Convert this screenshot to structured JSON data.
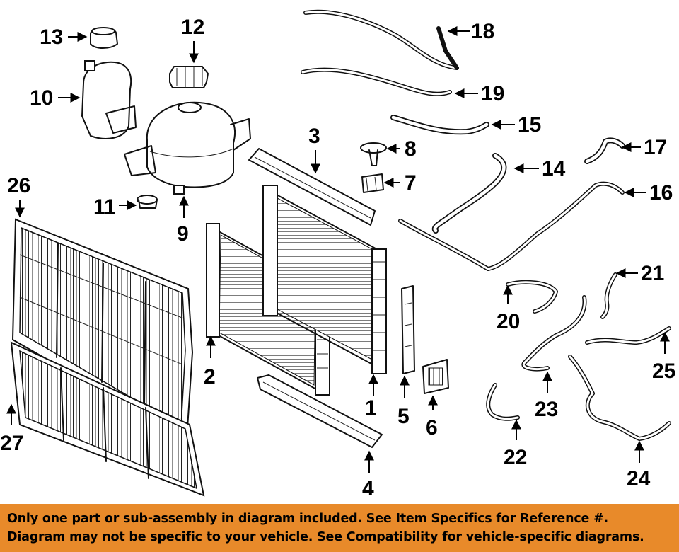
{
  "diagram": {
    "callouts": {
      "c1": "1",
      "c2": "2",
      "c3": "3",
      "c4": "4",
      "c5": "5",
      "c6": "6",
      "c7": "7",
      "c8": "8",
      "c9": "9",
      "c10": "10",
      "c11": "11",
      "c12": "12",
      "c13": "13",
      "c14": "14",
      "c15": "15",
      "c16": "16",
      "c17": "17",
      "c18": "18",
      "c19": "19",
      "c20": "20",
      "c21": "21",
      "c22": "22",
      "c23": "23",
      "c24": "24",
      "c25": "25",
      "c26": "26",
      "c27": "27"
    }
  },
  "disclaimer": {
    "line1": "Only one part or sub-assembly in diagram included. See Item Specifics for Reference #.",
    "line2": "Diagram may not be specific to your vehicle. See Compatibility for vehicle-specific diagrams."
  },
  "colors": {
    "banner": "#e88a2a",
    "line": "#111111",
    "background": "#ffffff"
  }
}
